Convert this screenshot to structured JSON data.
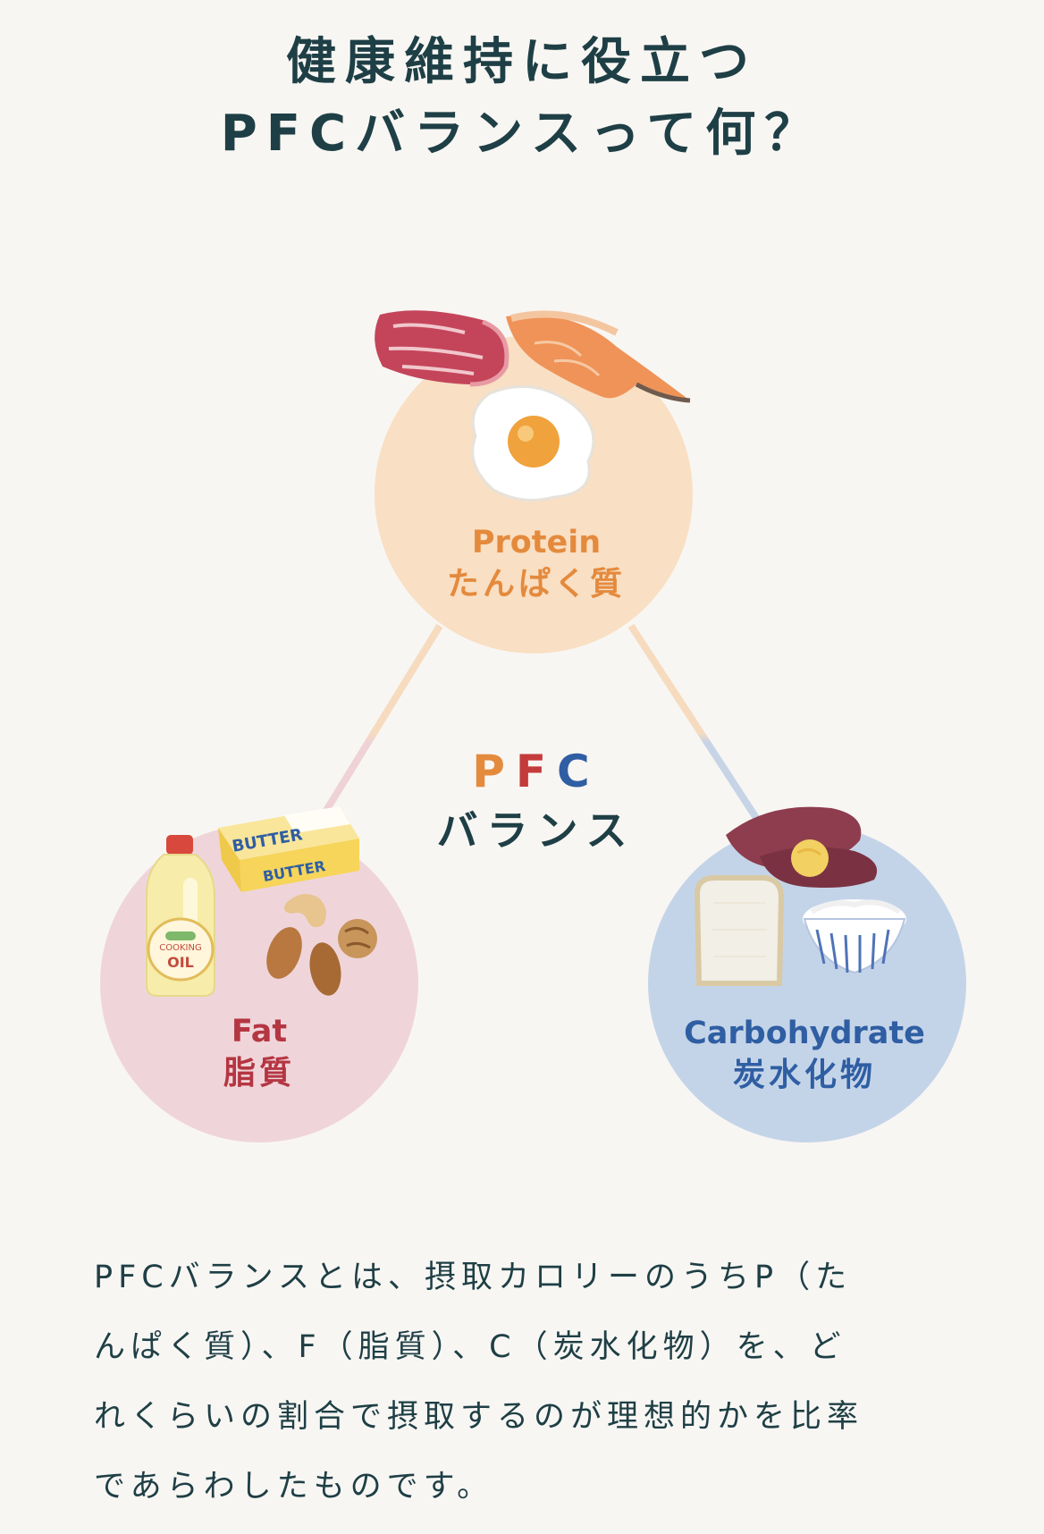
{
  "title": {
    "line1": "健康維持に役立つ",
    "line2": "PFCバランスって何？"
  },
  "diagram": {
    "center": {
      "letters": [
        "P",
        "F",
        "C"
      ],
      "subtitle": "バランス"
    },
    "protein": {
      "en": "Protein",
      "jp": "たんぱく質",
      "color": "#e48a3d",
      "fill": "#f9dfc3"
    },
    "fat": {
      "en": "Fat",
      "jp": "脂質",
      "color": "#b43642",
      "fill": "#efd5da"
    },
    "carbohydrate": {
      "en": "Carbohydrate",
      "jp": "炭水化物",
      "color": "#2f5ea3",
      "fill": "#c4d4e8"
    },
    "icons": {
      "protein": [
        "beef-icon",
        "salmon-icon",
        "fried-egg-icon"
      ],
      "fat": [
        "cooking-oil-bottle-icon",
        "butter-icon",
        "nuts-icon"
      ],
      "carbohydrate": [
        "sweet-potato-icon",
        "bread-icon",
        "rice-bowl-icon"
      ]
    },
    "illustration_text": {
      "butter_top": "BUTTER",
      "butter_side": "BUTTER",
      "oil_top": "COOKING",
      "oil_bottom": "OIL"
    }
  },
  "description": {
    "line1": "PFCバランスとは、摂取カロリーのうちP（た",
    "line2": "んぱく質）、F（脂質）、C（炭水化物）を、ど",
    "line3": "れくらいの割合で摂取するのが理想的かを比率",
    "line4": "であらわしたものです。"
  }
}
